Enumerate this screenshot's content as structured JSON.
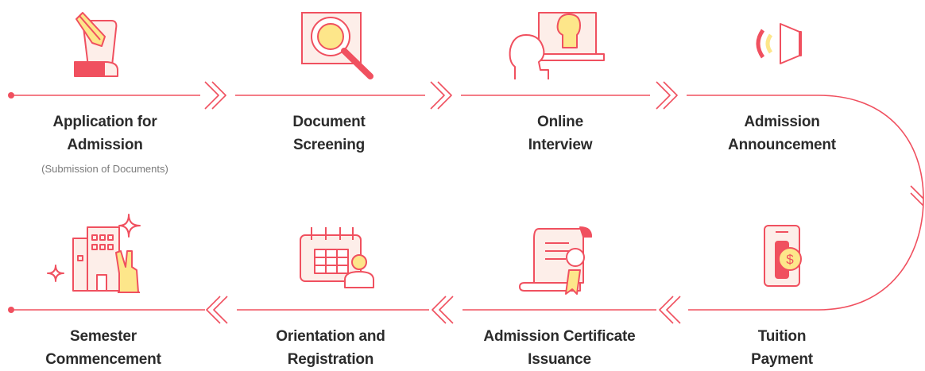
{
  "colors": {
    "accent": "#f0505f",
    "fill_light": "#fdeee9",
    "fill_yellow": "#fde68a",
    "text": "#2b2b2b",
    "subtext": "#7a7a7a"
  },
  "steps": [
    {
      "line1": "Application for",
      "line2": "Admission",
      "sub": "(Submission of Documents)",
      "icon": "pencil-paper-icon"
    },
    {
      "line1": "Document",
      "line2": "Screening",
      "sub": "",
      "icon": "magnifier-document-icon"
    },
    {
      "line1": "Online",
      "line2": "Interview",
      "sub": "",
      "icon": "video-interview-icon"
    },
    {
      "line1": "Admission",
      "line2": "Announcement",
      "sub": "",
      "icon": "speaker-icon"
    },
    {
      "line1": "Tuition",
      "line2": "Payment",
      "sub": "",
      "icon": "mobile-payment-icon"
    },
    {
      "line1": "Admission Certificate",
      "line2": "Issuance",
      "sub": "",
      "icon": "certificate-icon"
    },
    {
      "line1": "Orientation and",
      "line2": "Registration",
      "sub": "",
      "icon": "calendar-person-icon"
    },
    {
      "line1": "Semester",
      "line2": "Commencement",
      "sub": "",
      "icon": "building-victory-icon"
    }
  ]
}
